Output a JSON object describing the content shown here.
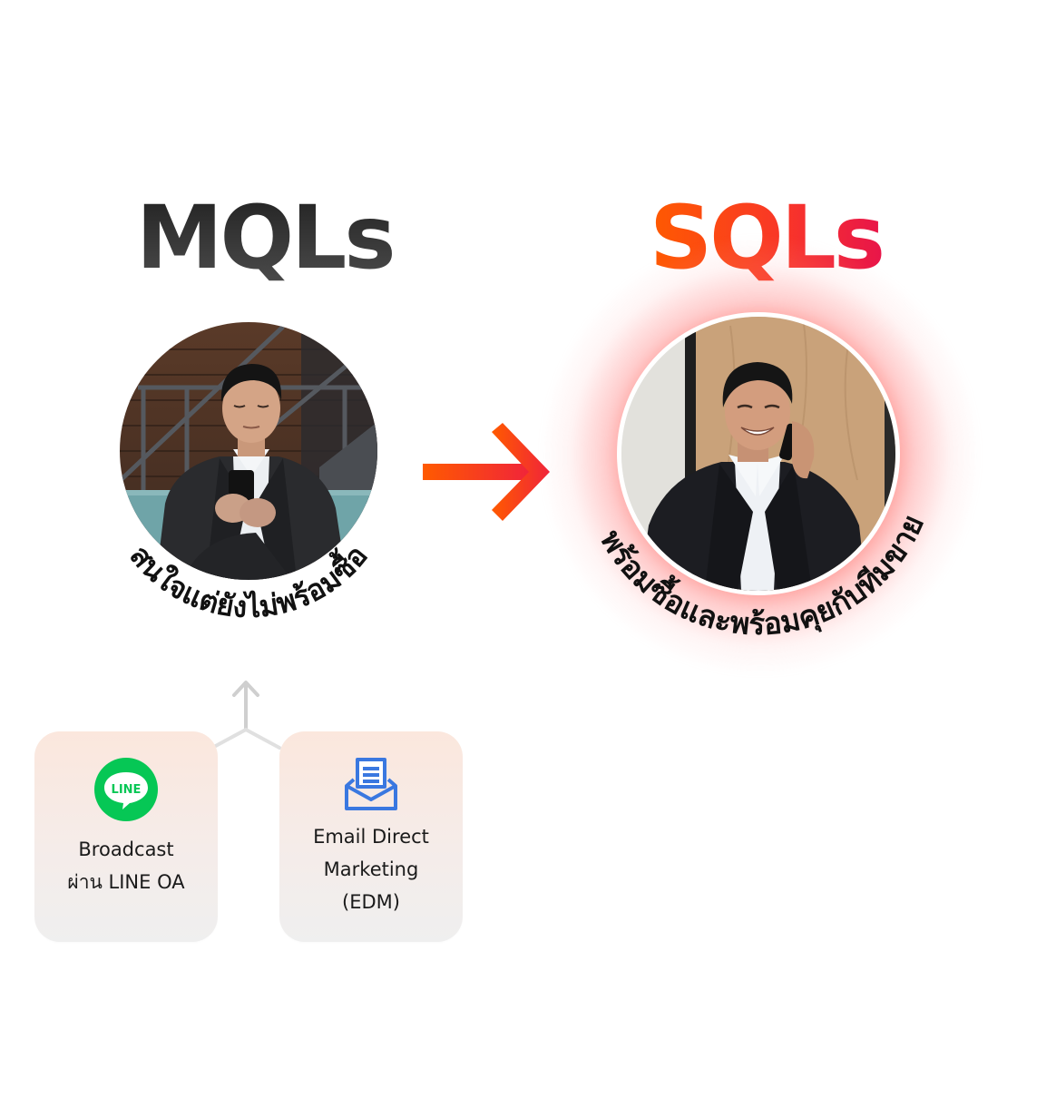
{
  "mql": {
    "title": "MQLs",
    "caption": "สนใจแต่ยังไม่พร้อมซื้อ",
    "photo": "man-in-suit-looking-at-phone",
    "title_gradient": [
      "#232323",
      "#4a4a4a"
    ]
  },
  "sql": {
    "title": "SQLs",
    "caption": "พร้อมซื้อและพร้อมคุยกับทีมขาย",
    "photo": "man-smiling-on-phone-call",
    "title_gradient": [
      "#ff5a00",
      "#e8154a"
    ],
    "glow_color": "#ff4a3a"
  },
  "flow_arrow": {
    "icon": "arrow-right-icon",
    "direction": "MQLs → SQLs",
    "gradient": [
      "#ff5a00",
      "#f0243a"
    ]
  },
  "connector": {
    "icon": "arrow-up-icon",
    "color": "#cfcfcf"
  },
  "channels": [
    {
      "icon": "line-icon",
      "icon_text": "LINE",
      "icon_color": "#06c755",
      "label_lines": [
        "Broadcast",
        "ผ่าน LINE OA"
      ]
    },
    {
      "icon": "email-envelope-icon",
      "icon_color": "#3a78e0",
      "label_lines": [
        "Email Direct",
        "Marketing",
        "(EDM)"
      ]
    }
  ]
}
